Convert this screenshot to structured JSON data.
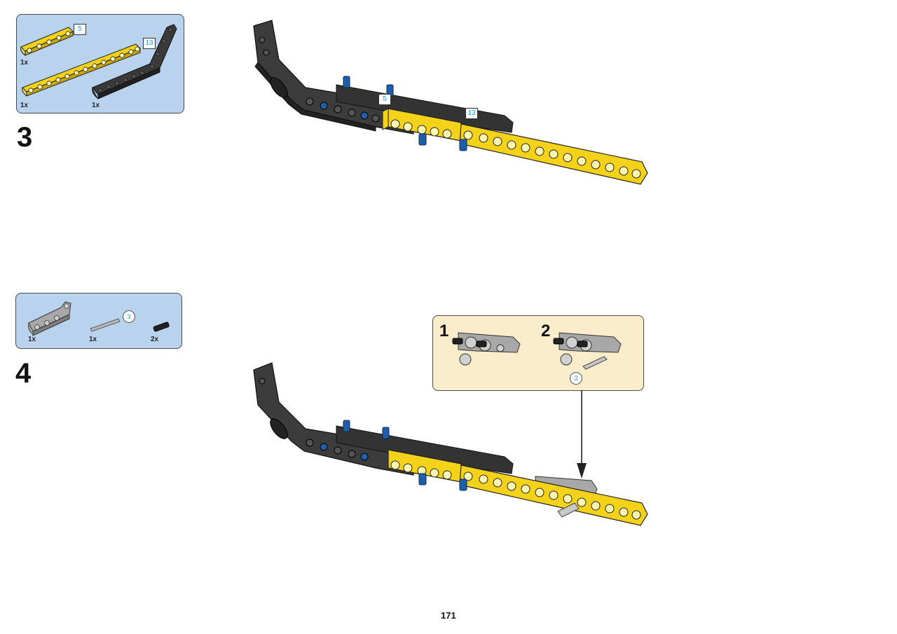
{
  "page": {
    "number": "171"
  },
  "colors": {
    "parts_box_bg": "#b9d3ef",
    "callout_bg": "#fbeccb",
    "beam_yellow": "#f5d21a",
    "beam_dark": "#3a3a3a",
    "pin_blue": "#1f5ea8",
    "part_grey": "#a8a8a8",
    "length_indicator": "#1aa0d6"
  },
  "step3": {
    "number": "3",
    "parts": [
      {
        "name": "yellow-beam-5",
        "qty": "1x",
        "length": "5",
        "icon": "yellow-beam-icon"
      },
      {
        "name": "yellow-beam-13",
        "qty": "1x",
        "length": "13",
        "icon": "yellow-beam-icon"
      },
      {
        "name": "dark-bent-beam",
        "qty": "1x",
        "icon": "dark-angled-beam-icon"
      }
    ],
    "callouts": {
      "beam5": "5",
      "beam13": "13"
    }
  },
  "step4": {
    "number": "4",
    "parts": [
      {
        "name": "grey-angled-beam",
        "qty": "1x",
        "icon": "grey-angled-beam-icon"
      },
      {
        "name": "grey-axle-3",
        "qty": "1x",
        "length": "3",
        "icon": "axle-icon"
      },
      {
        "name": "black-pin",
        "qty": "2x",
        "icon": "black-pin-icon"
      }
    ],
    "substeps": [
      {
        "number": "1"
      },
      {
        "number": "2",
        "axle_length": "3"
      }
    ]
  }
}
